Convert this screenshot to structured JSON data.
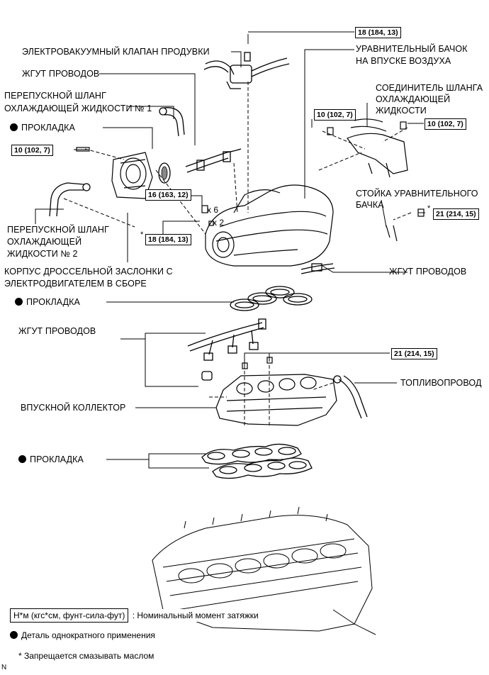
{
  "labels": {
    "evap_valve": "ЭЛЕКТРОВАКУУМНЫЙ КЛАПАН ПРОДУВКИ",
    "harness_top": "ЖГУТ ПРОВОДОВ",
    "bypass_hose_1_l1": "ПЕРЕПУСКНОЙ ШЛАНГ",
    "bypass_hose_1_l2": "ОХЛАЖДАЮЩЕЙ ЖИДКОСТИ № 1",
    "gasket_1": "ПРОКЛАДКА",
    "bypass_hose_2_l1": "ПЕРЕПУСКНОЙ ШЛАНГ",
    "bypass_hose_2_l2": "ОХЛАЖДАЮЩЕЙ",
    "bypass_hose_2_l3": "ЖИДКОСТИ № 2",
    "throttle_body_l1": "КОРПУС ДРОССЕЛЬНОЙ ЗАСЛОНКИ С",
    "throttle_body_l2": "ЭЛЕКТРОДВИГАТЕЛЕМ В СБОРЕ",
    "surge_tank_l1": "УРАВНИТЕЛЬНЫЙ БАЧОК",
    "surge_tank_l2": "НА ВПУСКЕ ВОЗДУХА",
    "hose_connector_l1": "СОЕДИНИТЕЛЬ ШЛАНГА",
    "hose_connector_l2": "ОХЛАЖДАЮЩЕЙ",
    "hose_connector_l3": "ЖИДКОСТИ",
    "surge_stay_l1": "СТОЙКА УРАВНИТЕЛЬНОГО",
    "surge_stay_l2": "БАЧКА",
    "harness_right": "ЖГУТ ПРОВОДОВ",
    "gasket_2": "ПРОКЛАДКА",
    "harness_mid": "ЖГУТ ПРОВОДОВ",
    "fuel_pipe": "ТОПЛИВОПРОВОД",
    "intake_manifold": "ВПУСКНОЙ КОЛЛЕКТОР",
    "gasket_3": "ПРОКЛАДКА",
    "x6": "x 6",
    "x2": "x 2",
    "star": "*",
    "north": "N"
  },
  "torques": {
    "t_top": "18 (184, 13)",
    "t_left": "10 (102, 7)",
    "t_conn_left": "10 (102, 7)",
    "t_conn_right": "10 (102, 7)",
    "t_16": "16 (163, 12)",
    "t_18b": "18 (184, 13)",
    "t_stay": "21 (214, 15)",
    "t_manifold": "21 (214, 15)"
  },
  "legend": {
    "torque_unit": "Н*м (кгс*см, фунт-сила-фут)",
    "torque_desc": ": Номинальный момент затяжки",
    "non_reusable": "Деталь однократного применения",
    "no_oil": "* Запрещается смазывать маслом"
  }
}
